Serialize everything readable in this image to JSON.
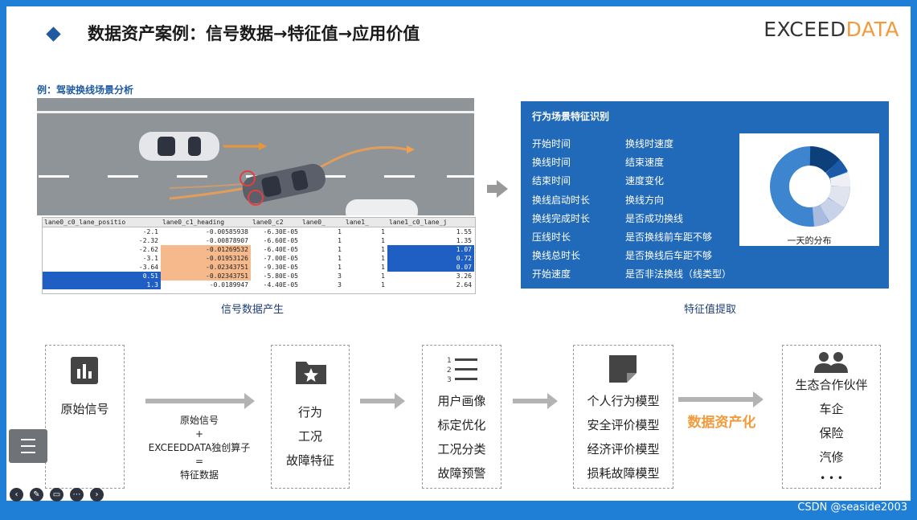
{
  "header": {
    "title": "数据资产案例：信号数据→特征值→应用价值",
    "logo_part1": "EXCEED",
    "logo_part2": "DATA"
  },
  "example_label": "例：驾驶换线场景分析",
  "table": {
    "headers": [
      "lane0_c0_lane_positio",
      "lane0_c1_heading",
      "lane0_c2",
      "lane0_",
      "lane1_",
      "lane1_c0_lane_j"
    ],
    "rows": [
      [
        "-2.1",
        "-0.00585938",
        "-6.30E-05",
        "1",
        "1",
        "1.55"
      ],
      [
        "-2.32",
        "-0.00878907",
        "-6.60E-05",
        "1",
        "1",
        "1.35"
      ],
      [
        "-2.62",
        "-0.01269532",
        "-6.40E-05",
        "1",
        "1",
        "1.07"
      ],
      [
        "-3.1",
        "-0.01953126",
        "-7.00E-05",
        "1",
        "1",
        "0.72"
      ],
      [
        "-3.64",
        "-0.02343751",
        "-9.30E-05",
        "1",
        "1",
        "0.07"
      ],
      [
        "0.51",
        "-0.02343751",
        "-5.80E-05",
        "3",
        "1",
        "3.26"
      ],
      [
        "1.3",
        "-0.0189947",
        "-4.40E-05",
        "3",
        "1",
        "2.64"
      ]
    ]
  },
  "captions": {
    "signal": "信号数据产生",
    "feature": "特征值提取"
  },
  "feature_panel": {
    "title": "行为场景特征识别",
    "col1": [
      "开始时间",
      "换线时间",
      "结束时间",
      "换线启动时长",
      "换线完成时长",
      "压线时长",
      "换线总时长",
      "开始速度"
    ],
    "col2": [
      "换线时速度",
      "结束速度",
      "速度变化",
      "换线方向",
      "是否成功换线",
      "是否换线前车距不够",
      "是否换线后车距不够",
      "是否非法换线（线类型）"
    ],
    "pie_label": "一天的分布"
  },
  "flow": {
    "box1": "原始信号",
    "mid1": [
      "原始信号",
      "+",
      "EXCEEDDATA独创算子",
      "=",
      "特征数据"
    ],
    "box2": [
      "行为",
      "工况",
      "故障特征"
    ],
    "box3": [
      "用户画像",
      "标定优化",
      "工况分类",
      "故障预警"
    ],
    "box4": [
      "个人行为模型",
      "安全评价模型",
      "经济评价模型",
      "损耗故障模型"
    ],
    "mid_label": "数据资产化",
    "box5": [
      "生态合作伙伴",
      "车企",
      "保险",
      "汽修"
    ],
    "box5_more": "• • •"
  },
  "footer": {
    "credit": "CSDN @seaside2003"
  },
  "colors": {
    "accent_blue": "#2169b9",
    "orange": "#f39a3a",
    "highlight_blue": "#1f5fc4",
    "highlight_orange": "#f5b98c"
  }
}
